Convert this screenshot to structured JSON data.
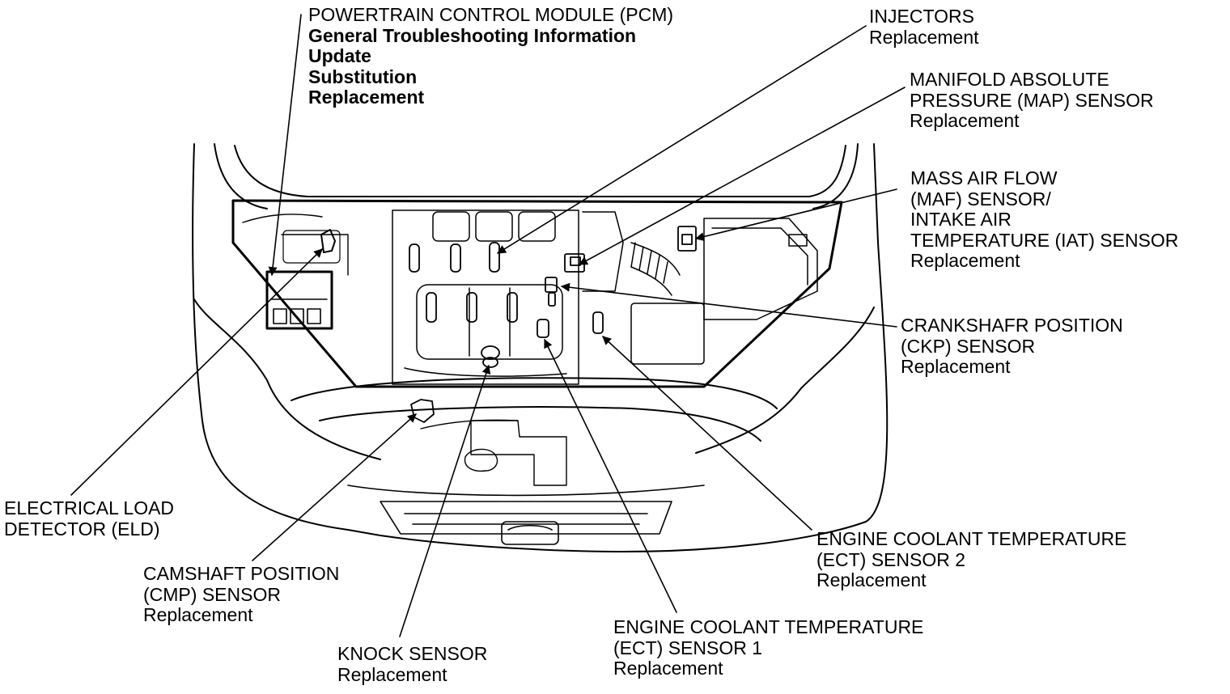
{
  "labels": {
    "pcm": {
      "title": "POWERTRAIN CONTROL MODULE (PCM)",
      "items": [
        "General Troubleshooting Information",
        "Update",
        "Substitution",
        "Replacement"
      ]
    },
    "injectors": {
      "lines": [
        "INJECTORS",
        "Replacement"
      ]
    },
    "map": {
      "lines": [
        "MANIFOLD ABSOLUTE",
        "PRESSURE (MAP) SENSOR",
        "Replacement"
      ]
    },
    "maf": {
      "lines": [
        "MASS AIR FLOW",
        "(MAF) SENSOR/",
        "INTAKE AIR",
        "TEMPERATURE (IAT) SENSOR",
        "Replacement"
      ]
    },
    "ckp": {
      "lines": [
        "CRANKSHAFR POSITION",
        "(CKP) SENSOR",
        "Replacement"
      ]
    },
    "ect2": {
      "lines": [
        "ENGINE COOLANT TEMPERATURE",
        "(ECT) SENSOR 2",
        "Replacement"
      ]
    },
    "ect1": {
      "lines": [
        "ENGINE COOLANT TEMPERATURE",
        "(ECT) SENSOR 1",
        "Replacement"
      ]
    },
    "knock": {
      "lines": [
        "KNOCK SENSOR",
        "Replacement"
      ]
    },
    "cmp": {
      "lines": [
        "CAMSHAFT POSITION",
        "(CMP) SENSOR",
        "Replacement"
      ]
    },
    "eld": {
      "lines": [
        "ELECTRICAL LOAD",
        "DETECTOR (ELD)"
      ]
    }
  }
}
